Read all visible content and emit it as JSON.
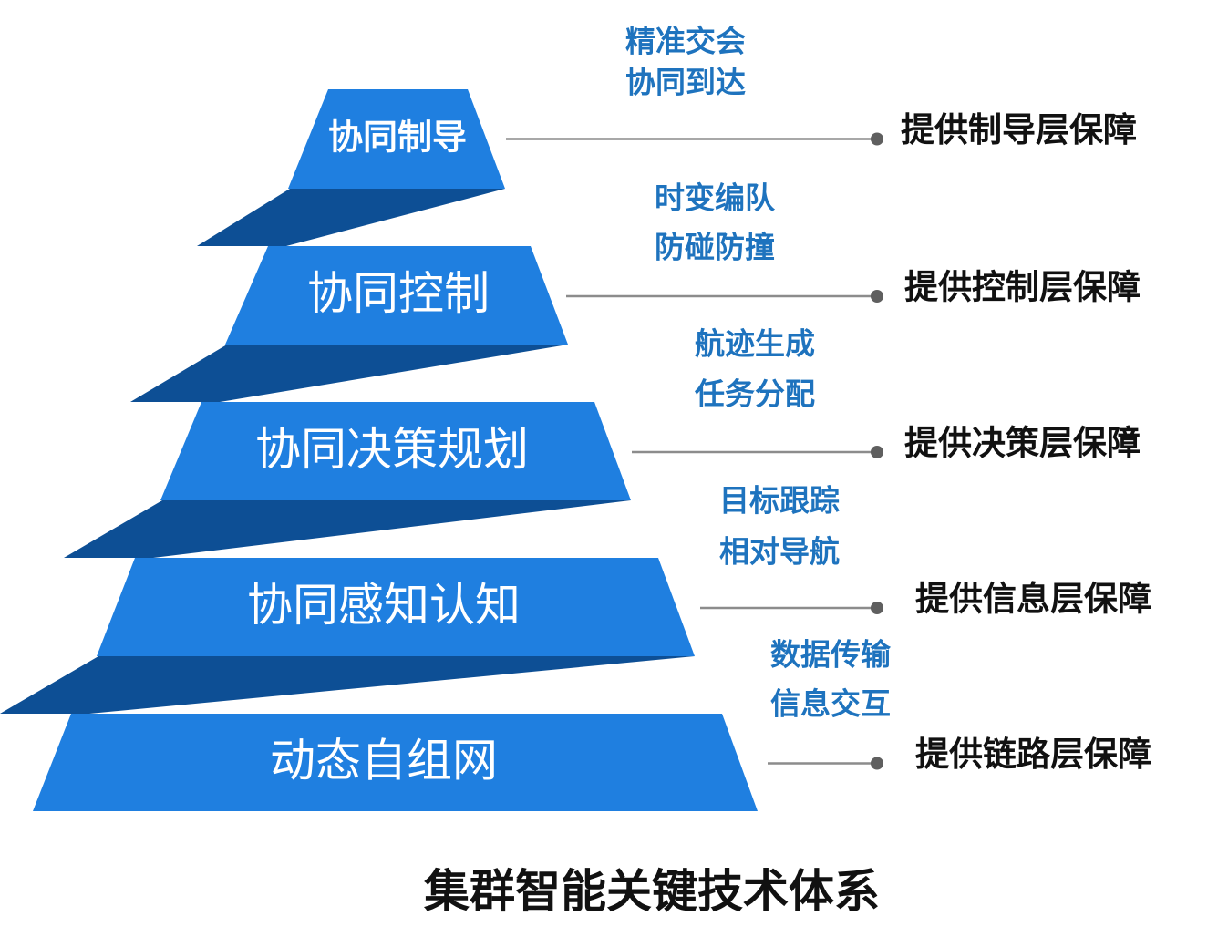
{
  "colors": {
    "tier_fill": "#1f7fe0",
    "band_fill": "#0d4f95",
    "func_text": "#1e73be",
    "connector": "#8c8c8c",
    "connector_dot": "#5f5f5f"
  },
  "tiers": [
    {
      "label": "协同制导",
      "functions": [
        "精准交会",
        "协同到达"
      ],
      "guarantee": "提供制导层保障"
    },
    {
      "label": "协同控制",
      "functions": [
        "时变编队",
        "防碰防撞"
      ],
      "guarantee": "提供控制层保障"
    },
    {
      "label": "协同决策规划",
      "functions": [
        "航迹生成",
        "任务分配"
      ],
      "guarantee": "提供决策层保障"
    },
    {
      "label": "协同感知认知",
      "functions": [
        "目标跟踪",
        "相对导航"
      ],
      "guarantee": "提供信息层保障"
    },
    {
      "label": "动态自组网",
      "functions": [
        "数据传输",
        "信息交互"
      ],
      "guarantee": "提供链路层保障"
    }
  ],
  "title": "集群智能关键技术体系"
}
